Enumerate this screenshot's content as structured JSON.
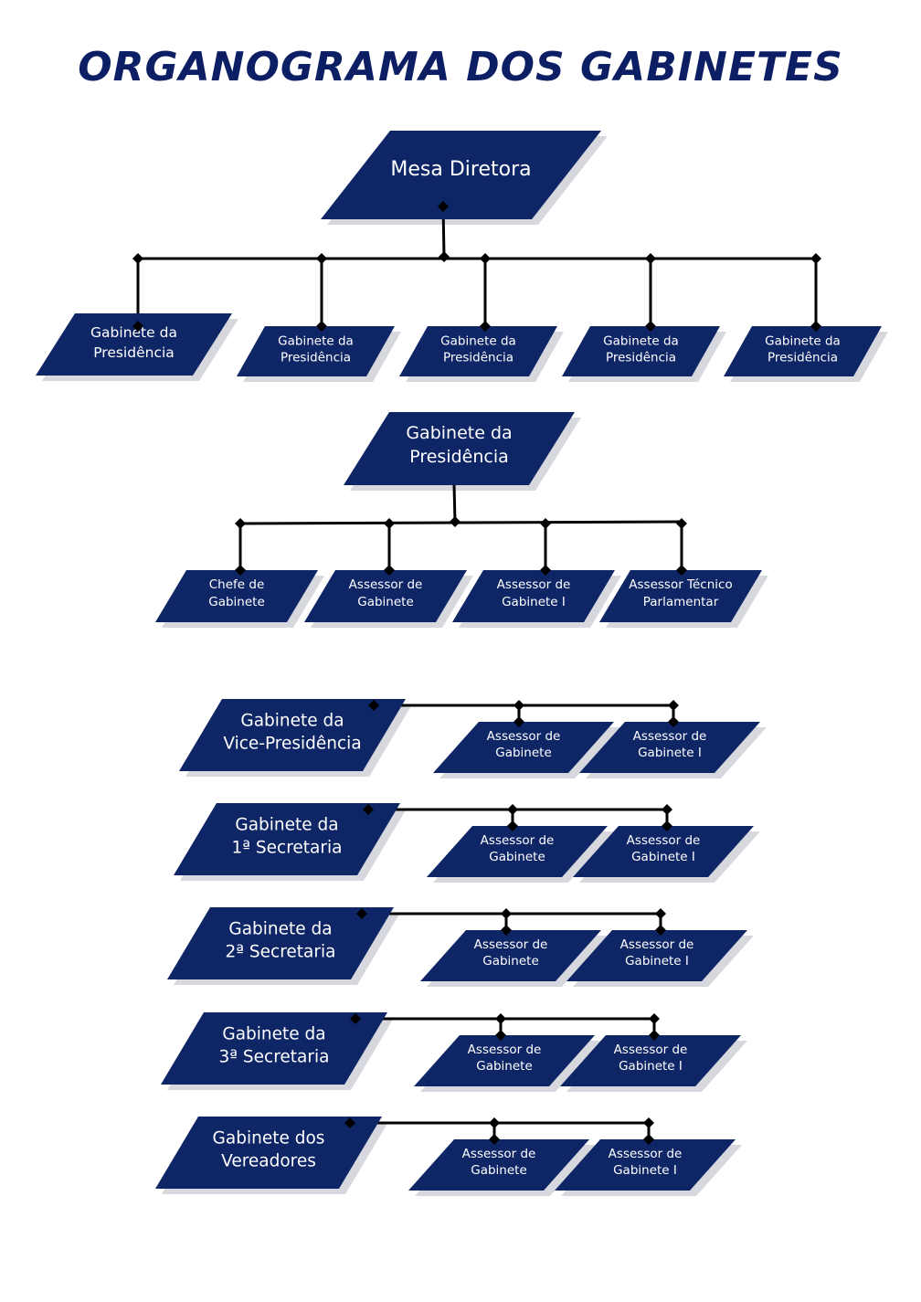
{
  "title": "ORGANOGRAMA DOS GABINETES",
  "colors": {
    "box": "#0e2566",
    "shadow": "#d6d8de",
    "line": "#000000",
    "title": "#0d1f64"
  },
  "section1": {
    "root": [
      "Mesa Diretora"
    ],
    "children": [
      [
        "Gabinete da",
        "Presidência"
      ],
      [
        "Gabinete da",
        "Presidência"
      ],
      [
        "Gabinete da",
        "Presidência"
      ],
      [
        "Gabinete da",
        "Presidência"
      ],
      [
        "Gabinete da",
        "Presidência"
      ]
    ]
  },
  "section2": {
    "root": [
      "Gabinete da",
      "Presidência"
    ],
    "children": [
      [
        "Chefe de",
        "Gabinete"
      ],
      [
        "Assessor de",
        "Gabinete"
      ],
      [
        "Assessor de",
        "Gabinete I"
      ],
      [
        "Assessor Técnico",
        "Parlamentar"
      ]
    ]
  },
  "rows": [
    {
      "head": [
        "Gabinete da",
        "Vice-Presidência"
      ],
      "children": [
        [
          "Assessor de",
          "Gabinete"
        ],
        [
          "Assessor de",
          "Gabinete I"
        ]
      ]
    },
    {
      "head": [
        "Gabinete da",
        "1ª Secretaria"
      ],
      "children": [
        [
          "Assessor de",
          "Gabinete"
        ],
        [
          "Assessor de",
          "Gabinete I"
        ]
      ]
    },
    {
      "head": [
        "Gabinete da",
        "2ª Secretaria"
      ],
      "children": [
        [
          "Assessor de",
          "Gabinete"
        ],
        [
          "Assessor de",
          "Gabinete I"
        ]
      ]
    },
    {
      "head": [
        "Gabinete da",
        "3ª Secretaria"
      ],
      "children": [
        [
          "Assessor de",
          "Gabinete"
        ],
        [
          "Assessor de",
          "Gabinete I"
        ]
      ]
    },
    {
      "head": [
        "Gabinete dos",
        "Vereadores"
      ],
      "children": [
        [
          "Assessor de",
          "Gabinete"
        ],
        [
          "Assessor de",
          "Gabinete I"
        ]
      ]
    }
  ]
}
